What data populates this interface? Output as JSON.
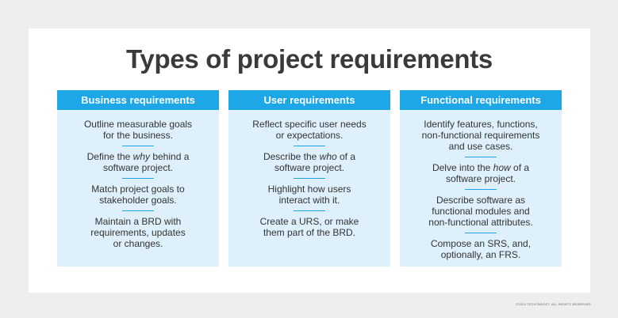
{
  "title": "Types of project requirements",
  "columns": [
    {
      "header": "Business requirements",
      "items": [
        [
          "Outline measurable goals",
          "for the business."
        ],
        [
          "Define the ",
          {
            "em": "why"
          },
          " behind a",
          "|",
          "software project."
        ],
        [
          "Match project goals to",
          "stakeholder goals."
        ],
        [
          "Maintain a BRD with",
          "requirements, updates",
          "or changes."
        ]
      ]
    },
    {
      "header": "User requirements",
      "items": [
        [
          "Reflect specific user needs",
          "or expectations."
        ],
        [
          "Describe the ",
          {
            "em": "who"
          },
          " of a",
          "|",
          "software project."
        ],
        [
          "Highlight how users",
          "interact with it."
        ],
        [
          "Create a URS, or make",
          "them part of the BRD."
        ]
      ]
    },
    {
      "header": "Functional requirements",
      "items": [
        [
          "Identify features, functions,",
          "non-functional requirements",
          "and use cases."
        ],
        [
          "Delve into the ",
          {
            "em": "how"
          },
          " of a",
          "|",
          "software project."
        ],
        [
          "Describe software as",
          "functional modules and",
          "non-functional attributes."
        ],
        [
          "Compose an SRS, and,",
          "optionally, an FRS."
        ]
      ]
    }
  ],
  "copyright": "©2023 TECHTARGET. ALL RIGHTS RESERVED",
  "colors": {
    "header_bg": "#1ea7e6",
    "column_bg": "#ddf0fb",
    "title": "#3a3a3a",
    "background": "#eeeeee"
  }
}
